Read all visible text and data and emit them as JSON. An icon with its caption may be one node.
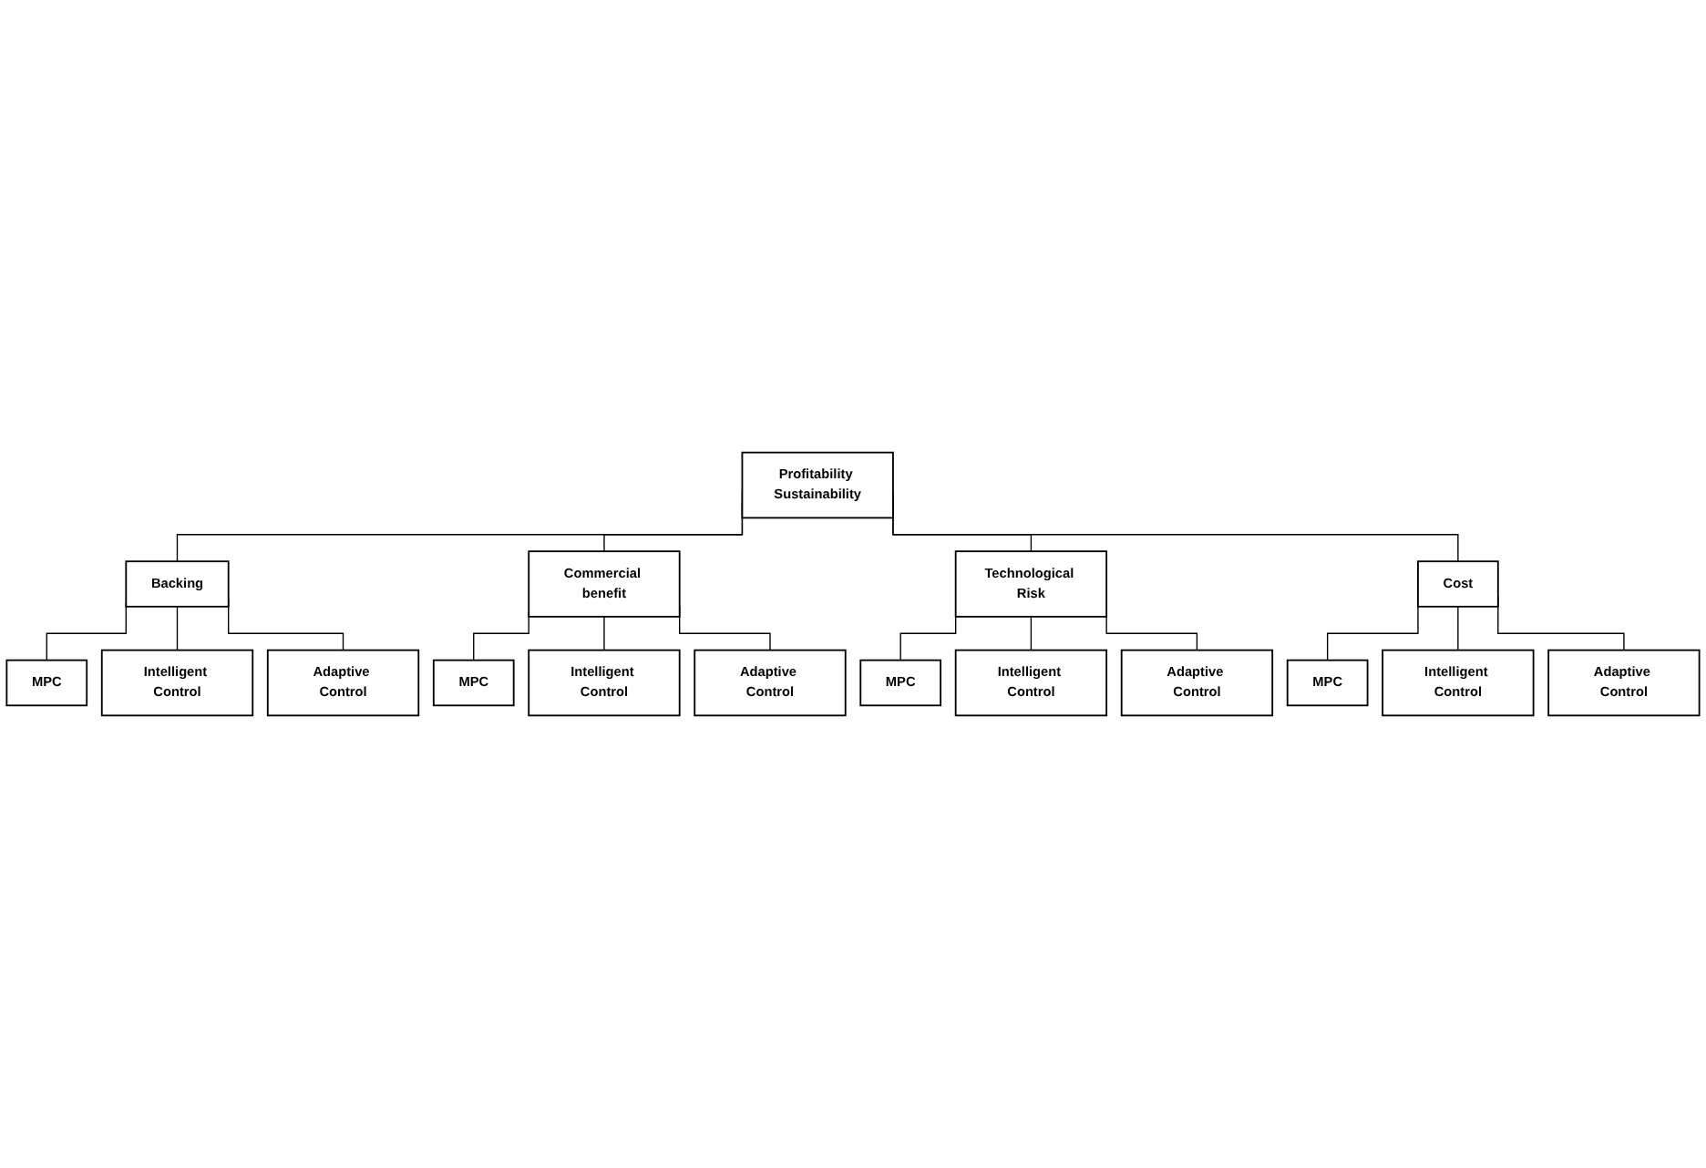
{
  "diagram": {
    "nodes": [
      {
        "text": [
          "Profitability Sustainability"
        ]
      },
      {
        "text": [
          "Backing"
        ]
      },
      {
        "text": [
          "Commercial benefit"
        ]
      },
      {
        "text": [
          "Technological Risk"
        ]
      },
      {
        "text": [
          "Cost"
        ]
      },
      {
        "text": [
          "MPC"
        ]
      },
      {
        "text": [
          "Intelligent Control"
        ]
      },
      {
        "text": [
          "Adaptive Control"
        ]
      },
      {
        "text": [
          "MPC"
        ]
      },
      {
        "text": [
          "Intelligent Control"
        ]
      },
      {
        "text": [
          "Adaptive Control"
        ]
      },
      {
        "text": [
          "MPC"
        ]
      },
      {
        "text": [
          "Intelligent Control"
        ]
      },
      {
        "text": [
          "Adaptive Control"
        ]
      },
      {
        "text": [
          "MPC"
        ]
      },
      {
        "text": [
          "Intelligent Control"
        ]
      },
      {
        "text": [
          "Adaptive Control"
        ]
      }
    ],
    "edges": [
      {
        "from": 0,
        "to": 1,
        "arrow": "none"
      },
      {
        "from": 0,
        "to": 2,
        "arrow": "none"
      },
      {
        "from": 0,
        "to": 3,
        "arrow": "none"
      },
      {
        "from": 0,
        "to": 4,
        "arrow": "none"
      },
      {
        "from": 1,
        "to": 5,
        "arrow": "none"
      },
      {
        "from": 1,
        "to": 6,
        "arrow": "none"
      },
      {
        "from": 1,
        "to": 7,
        "arrow": "none"
      },
      {
        "from": 2,
        "to": 8,
        "arrow": "none"
      },
      {
        "from": 2,
        "to": 9,
        "arrow": "none"
      },
      {
        "from": 2,
        "to": 10,
        "arrow": "none"
      },
      {
        "from": 3,
        "to": 11,
        "arrow": "none"
      },
      {
        "from": 3,
        "to": 12,
        "arrow": "none"
      },
      {
        "from": 3,
        "to": 13,
        "arrow": "none"
      },
      {
        "from": 4,
        "to": 14,
        "arrow": "none"
      },
      {
        "from": 4,
        "to": 15,
        "arrow": "none"
      },
      {
        "from": 4,
        "to": 16,
        "arrow": "none"
      }
    ]
  }
}
